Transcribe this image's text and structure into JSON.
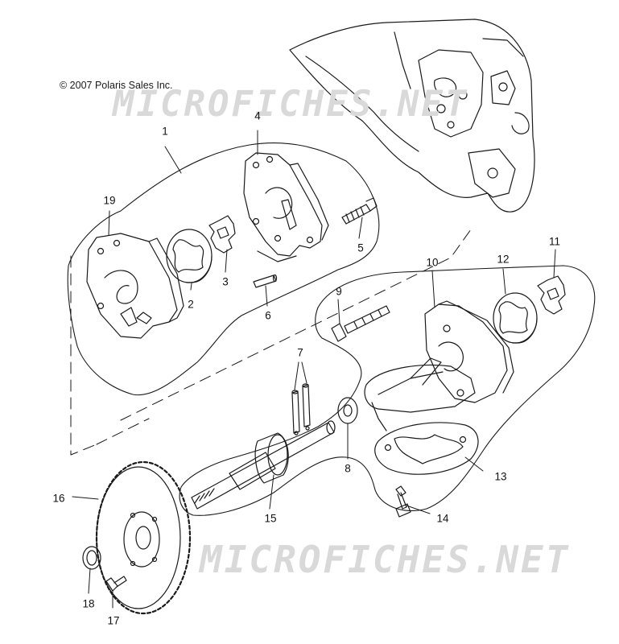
{
  "copyright": "© 2007 Polaris Sales Inc.",
  "watermarks": [
    "MICROFICHES.NET",
    "MICROFICHES.NET"
  ],
  "callouts": [
    "1",
    "2",
    "3",
    "4",
    "5",
    "6",
    "7",
    "8",
    "9",
    "10",
    "11",
    "12",
    "13",
    "14",
    "15",
    "16",
    "17",
    "18",
    "19"
  ]
}
